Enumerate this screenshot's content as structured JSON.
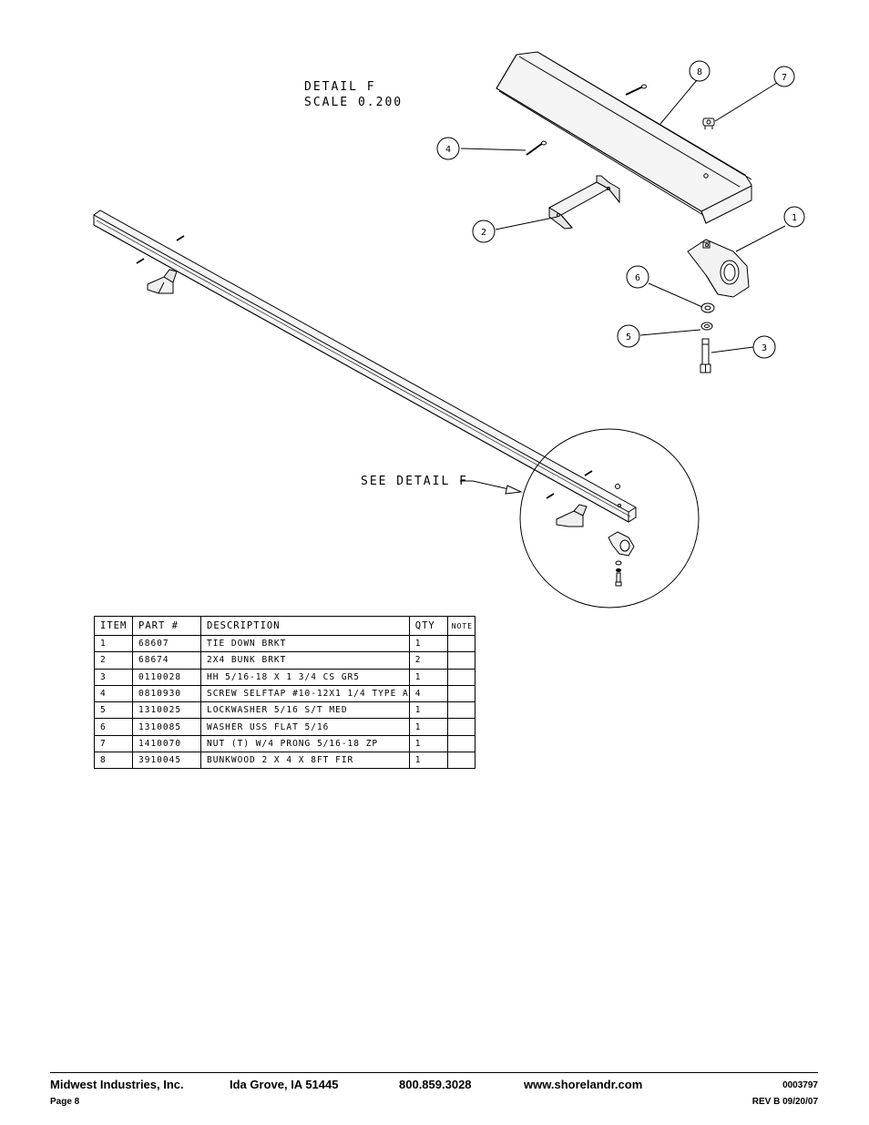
{
  "detail": {
    "title": "DETAIL  F",
    "scale": "SCALE  0.200",
    "see_detail": "SEE DETAIL  F"
  },
  "callouts": [
    "8",
    "7",
    "4",
    "2",
    "1",
    "6",
    "5",
    "3"
  ],
  "bom": {
    "headers": {
      "item": "ITEM",
      "part": "PART #",
      "description": "DESCRIPTION",
      "qty": "QTY",
      "note": "NOTE"
    },
    "rows": [
      {
        "item": "1",
        "part": "68607",
        "description": "TIE DOWN BRKT",
        "qty": "1",
        "note": ""
      },
      {
        "item": "2",
        "part": "68674",
        "description": "2X4 BUNK BRKT",
        "qty": "2",
        "note": ""
      },
      {
        "item": "3",
        "part": "0110028",
        "description": "HH 5/16-18 X 1 3/4 CS GR5",
        "qty": "1",
        "note": ""
      },
      {
        "item": "4",
        "part": "0810930",
        "description": "SCREW SELFTAP #10-12X1 1/4 TYPE A",
        "qty": "4",
        "note": ""
      },
      {
        "item": "5",
        "part": "1310025",
        "description": "LOCKWASHER 5/16 S/T MED",
        "qty": "1",
        "note": ""
      },
      {
        "item": "6",
        "part": "1310085",
        "description": "WASHER USS FLAT 5/16",
        "qty": "1",
        "note": ""
      },
      {
        "item": "7",
        "part": "1410070",
        "description": "NUT (T) W/4 PRONG 5/16-18 ZP",
        "qty": "1",
        "note": ""
      },
      {
        "item": "8",
        "part": "3910045",
        "description": "BUNKWOOD   2 X 4 X 8FT FIR",
        "qty": "1",
        "note": ""
      }
    ]
  },
  "footer": {
    "company": "Midwest Industries, Inc.",
    "city": "Ida Grove, IA  51445",
    "phone": "800.859.3028",
    "website": "www.shorelandr.com",
    "doc_number": "0003797",
    "page": "Page 8",
    "revision": "REV B  09/20/07"
  }
}
